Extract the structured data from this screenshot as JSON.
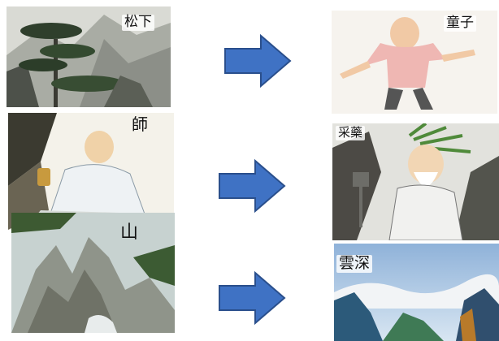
{
  "rows": [
    {
      "left_label": "松下",
      "right_label": "童子"
    },
    {
      "left_label": "師",
      "right_label": "采藥"
    },
    {
      "left_label": "山",
      "right_label": "雲深"
    }
  ],
  "colors": {
    "arrow_fill": "#3f72c4",
    "arrow_stroke": "#2a4f8c"
  },
  "icons": {
    "arrow": "right-arrow-icon"
  }
}
